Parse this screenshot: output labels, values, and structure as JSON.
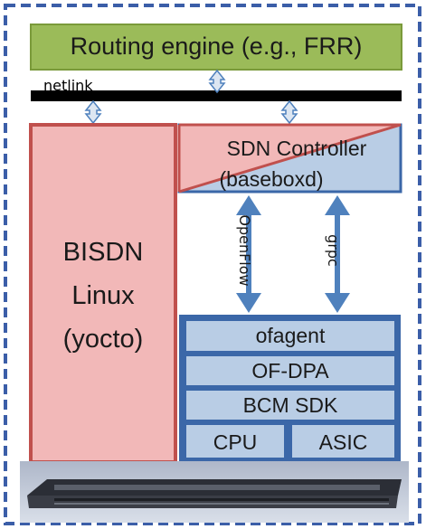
{
  "diagram": {
    "routing_engine": "Routing engine (e.g., FRR)",
    "netlink": "netlink",
    "linux": {
      "line1": "BISDN",
      "line2": "Linux",
      "line3": "(yocto)"
    },
    "controller": {
      "line1": "SDN Controller",
      "line2": "(baseboxd)"
    },
    "openflow": "OpenFlow",
    "grpc": "grpc",
    "stack": {
      "ofagent": "ofagent",
      "ofdpa": "OF-DPA",
      "bcm_sdk": "BCM SDK",
      "cpu": "CPU",
      "asic": "ASIC"
    },
    "colors": {
      "routing_fill": "#9bbb59",
      "linux_fill": "#f2b8b8",
      "linux_border": "#c0504d",
      "stack_fill": "#b9cde5",
      "stack_border": "#3b67a8",
      "arrow": "#4f81bd",
      "bus": "#000000",
      "frame": "#3b5ea8"
    }
  }
}
